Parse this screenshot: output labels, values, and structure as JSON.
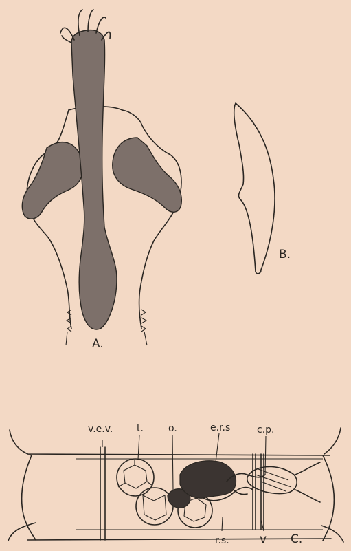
{
  "figure_labels": {
    "a": "A.",
    "b": "B.",
    "c": "C."
  },
  "part_labels": {
    "vev": "v.e.v.",
    "t": "t.",
    "o": "o.",
    "ers": "e.r.s",
    "cp": "c.p.",
    "rs": "r.s.",
    "v": "v"
  },
  "colors": {
    "paper": "#f3d9c5",
    "ink": "#2a2622",
    "shading": "#7d706a"
  }
}
